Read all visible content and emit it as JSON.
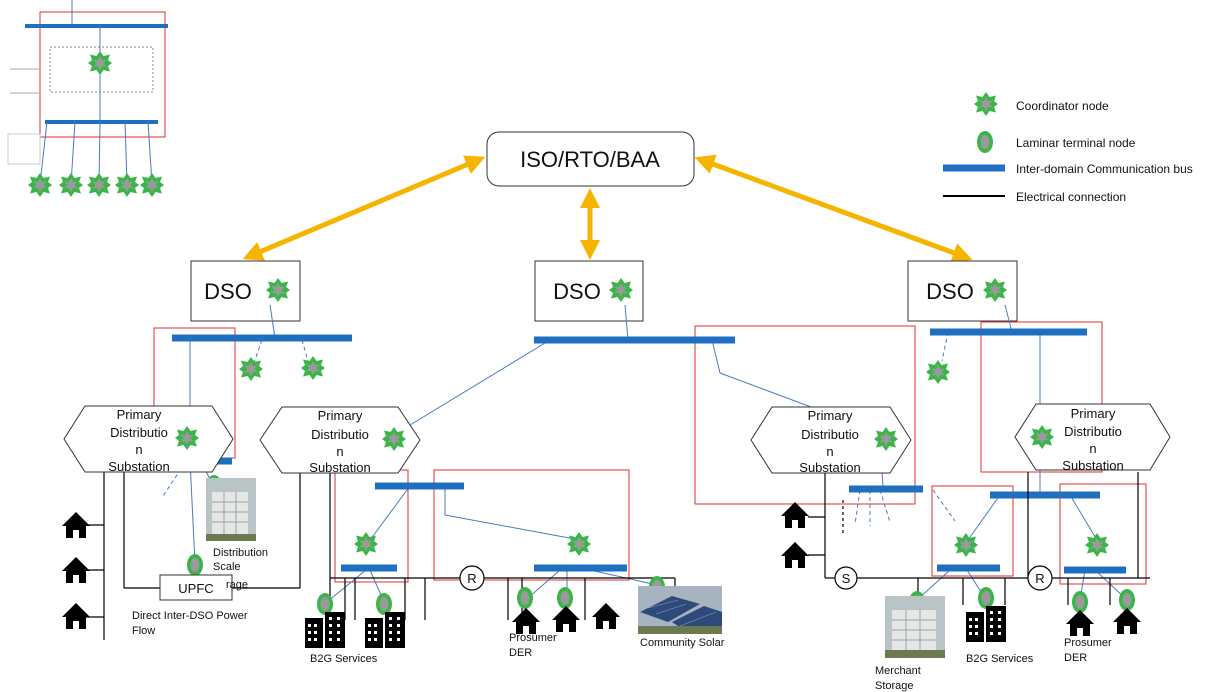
{
  "top_node": {
    "label": "ISO/RTO/BAA"
  },
  "dso_nodes": [
    {
      "label": "DSO"
    },
    {
      "label": "DSO"
    },
    {
      "label": "DSO"
    }
  ],
  "substations": [
    {
      "line1": "Primary",
      "line2": "Distributio",
      "line3": "n",
      "line4": "Substation"
    },
    {
      "line1": "Primary",
      "line2": "Distributio",
      "line3": "n",
      "line4": "Substation"
    },
    {
      "line1": "Primary",
      "line2": "Distributio",
      "line3": "n",
      "line4": "Substation"
    },
    {
      "line1": "Primary",
      "line2": "Distributio",
      "line3": "n",
      "line4": "Substation"
    }
  ],
  "legend": {
    "coordinator": "Coordinator node",
    "laminar": "Laminar terminal node",
    "bus": "Inter-domain Communication bus",
    "electrical": "Electrical connection"
  },
  "labels": {
    "upfc": "UPFC",
    "direct_flow_1": "Direct Inter-DSO Power",
    "direct_flow_2": "Flow",
    "dist_storage_1": "Distribution",
    "dist_storage_2": "Scale",
    "dist_storage_3": "rage",
    "b2g_left": "B2G Services",
    "prosumer_left_1": "Prosumer",
    "prosumer_left_2": "DER",
    "community_solar": "Community Solar",
    "merchant_1": "Merchant",
    "merchant_2": "Storage",
    "b2g_right": "B2G Services",
    "prosumer_right_1": "Prosumer",
    "prosumer_right_2": "DER",
    "switch_r1": "R",
    "switch_s": "S",
    "switch_r2": "R"
  },
  "colors": {
    "arrow": "#f5b400",
    "bus": "#1f6fc0",
    "coordinator_outer": "#3bb54a",
    "coordinator_inner": "#9a9a9a",
    "highlight": "#e03030",
    "link": "#4a7cc0"
  }
}
